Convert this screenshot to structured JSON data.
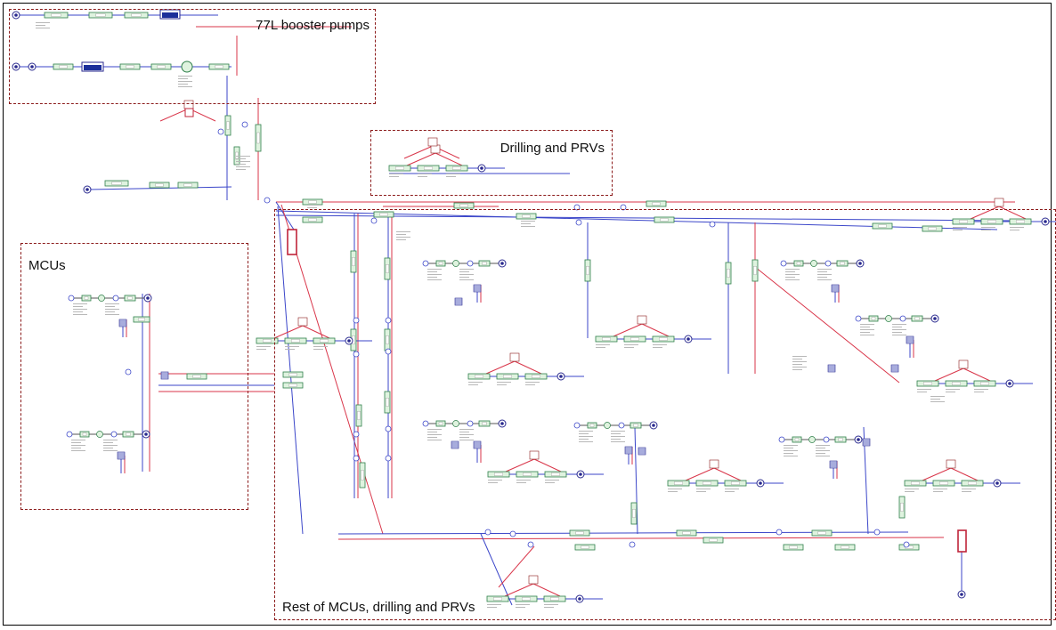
{
  "regions": {
    "booster_pumps": "77L booster pumps",
    "drilling": "Drilling and PRVs",
    "mcus": "MCUs",
    "rest": "Rest of MCUs, drilling and PRVs"
  },
  "colors": {
    "supply_line": "#3b46c9",
    "return_line": "#d9364a",
    "component_fill": "#dff3df",
    "component_border": "#2f7f4a",
    "region_border": "#8b1a1a"
  }
}
